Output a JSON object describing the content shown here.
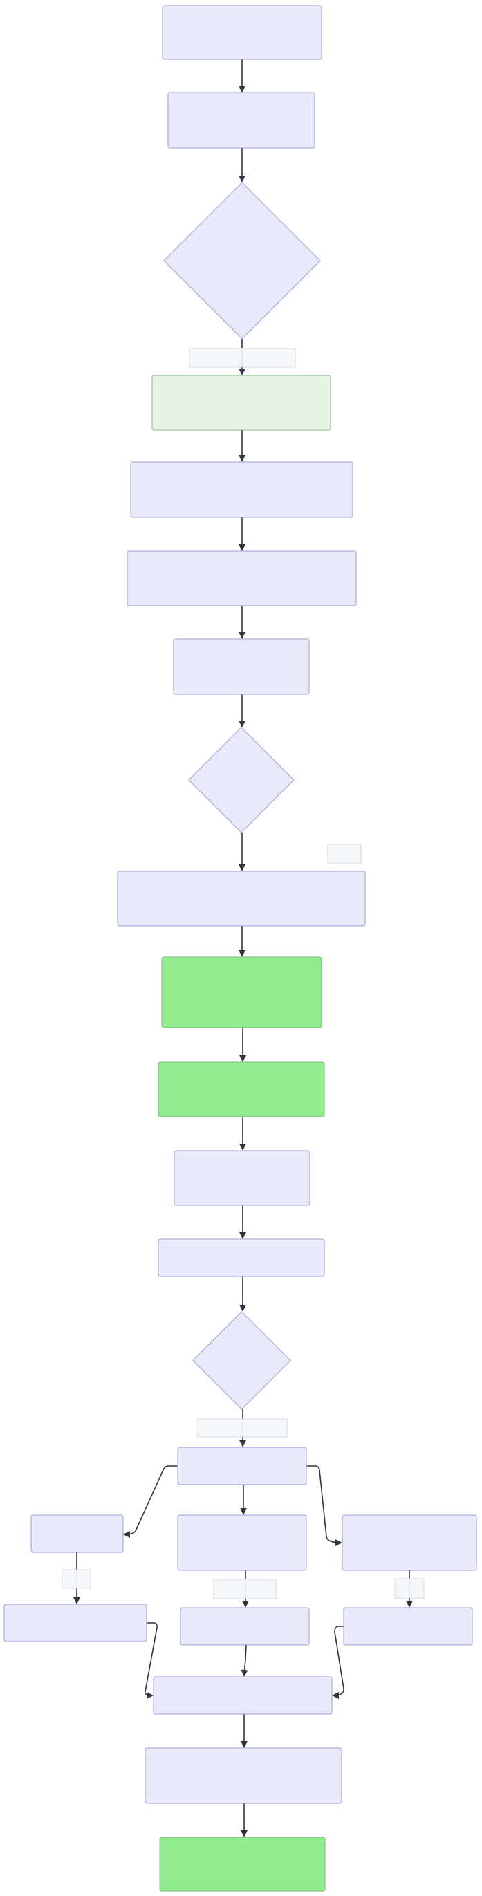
{
  "colors": {
    "background": "#ffffff",
    "default_node_fill": "#e8e9fb",
    "default_node_stroke": "#9a9fd6",
    "light_green_fill": "#e6f4e6",
    "light_green_stroke": "#8fb88f",
    "green_fill": "#91ec8f",
    "green_stroke": "#78b878",
    "edge_stroke": "#2f3440",
    "edge_label_fill": "#f5f6f8",
    "edge_label_stroke": "#d4d8df"
  },
  "diagram": {
    "nodes": [
      {
        "id": "n1",
        "shape": "rect",
        "style": "default",
        "label": ""
      },
      {
        "id": "n2",
        "shape": "rect",
        "style": "default",
        "label": ""
      },
      {
        "id": "n3",
        "shape": "diamond",
        "style": "default",
        "label": ""
      },
      {
        "id": "n4",
        "shape": "rect",
        "style": "light_green",
        "label": ""
      },
      {
        "id": "n5",
        "shape": "rect",
        "style": "default",
        "label": ""
      },
      {
        "id": "n6",
        "shape": "rect",
        "style": "default",
        "label": ""
      },
      {
        "id": "n7",
        "shape": "rect",
        "style": "default",
        "label": ""
      },
      {
        "id": "n8",
        "shape": "diamond",
        "style": "default",
        "label": ""
      },
      {
        "id": "n9",
        "shape": "rect",
        "style": "default",
        "label": ""
      },
      {
        "id": "n10",
        "shape": "rect",
        "style": "green",
        "label": ""
      },
      {
        "id": "n11",
        "shape": "rect",
        "style": "green",
        "label": ""
      },
      {
        "id": "n12",
        "shape": "rect",
        "style": "default",
        "label": ""
      },
      {
        "id": "n13",
        "shape": "rect",
        "style": "default",
        "label": ""
      },
      {
        "id": "n14",
        "shape": "diamond",
        "style": "default",
        "label": ""
      },
      {
        "id": "n15",
        "shape": "rect",
        "style": "default",
        "label": ""
      },
      {
        "id": "n16",
        "shape": "rect",
        "style": "default",
        "label": ""
      },
      {
        "id": "n17",
        "shape": "rect",
        "style": "default",
        "label": ""
      },
      {
        "id": "n18",
        "shape": "rect",
        "style": "default",
        "label": ""
      },
      {
        "id": "n19",
        "shape": "rect",
        "style": "default",
        "label": ""
      },
      {
        "id": "n20",
        "shape": "rect",
        "style": "default",
        "label": ""
      },
      {
        "id": "n21",
        "shape": "rect",
        "style": "default",
        "label": ""
      },
      {
        "id": "n22",
        "shape": "rect",
        "style": "default",
        "label": ""
      },
      {
        "id": "n23",
        "shape": "rect",
        "style": "default",
        "label": ""
      },
      {
        "id": "n24",
        "shape": "rect",
        "style": "green",
        "label": ""
      }
    ],
    "edges": [
      {
        "id": "e1",
        "from": "n1",
        "to": "n2",
        "label": ""
      },
      {
        "id": "e2",
        "from": "n2",
        "to": "n3",
        "label": ""
      },
      {
        "id": "e3",
        "from": "n3",
        "to": "n4",
        "label": ""
      },
      {
        "id": "e4",
        "from": "n4",
        "to": "n5",
        "label": ""
      },
      {
        "id": "e5",
        "from": "n5",
        "to": "n6",
        "label": ""
      },
      {
        "id": "e6",
        "from": "n6",
        "to": "n7",
        "label": ""
      },
      {
        "id": "e7",
        "from": "n7",
        "to": "n8",
        "label": ""
      },
      {
        "id": "e8",
        "from": "n8",
        "to": "n9",
        "label": ""
      },
      {
        "id": "e9",
        "from": "n9",
        "to": "n10",
        "label": ""
      },
      {
        "id": "e10",
        "from": "n10",
        "to": "n11",
        "label": ""
      },
      {
        "id": "e11",
        "from": "n11",
        "to": "n12",
        "label": ""
      },
      {
        "id": "e12",
        "from": "n12",
        "to": "n13",
        "label": ""
      },
      {
        "id": "e13",
        "from": "n13",
        "to": "n14",
        "label": ""
      },
      {
        "id": "e14",
        "from": "n14",
        "to": "n15",
        "label": ""
      },
      {
        "id": "e15",
        "from": "n15",
        "to": "n16",
        "label": ""
      },
      {
        "id": "e16",
        "from": "n15",
        "to": "n17",
        "label": ""
      },
      {
        "id": "e17",
        "from": "n15",
        "to": "n18",
        "label": ""
      },
      {
        "id": "e18",
        "from": "n16",
        "to": "n19",
        "label": ""
      },
      {
        "id": "e19",
        "from": "n17",
        "to": "n20",
        "label": ""
      },
      {
        "id": "e20",
        "from": "n18",
        "to": "n21",
        "label": ""
      },
      {
        "id": "e21",
        "from": "n19",
        "to": "n22",
        "label": ""
      },
      {
        "id": "e22",
        "from": "n20",
        "to": "n22",
        "label": ""
      },
      {
        "id": "e23",
        "from": "n21",
        "to": "n22",
        "label": ""
      },
      {
        "id": "e24",
        "from": "n22",
        "to": "n23",
        "label": ""
      },
      {
        "id": "e25",
        "from": "n23",
        "to": "n24",
        "label": ""
      }
    ],
    "edge_label_boxes": [
      {
        "id": "lb1",
        "label": ""
      },
      {
        "id": "lb2",
        "label": ""
      },
      {
        "id": "lb3",
        "label": ""
      },
      {
        "id": "lb4",
        "label": ""
      },
      {
        "id": "lb5",
        "label": ""
      },
      {
        "id": "lb6",
        "label": ""
      }
    ]
  }
}
